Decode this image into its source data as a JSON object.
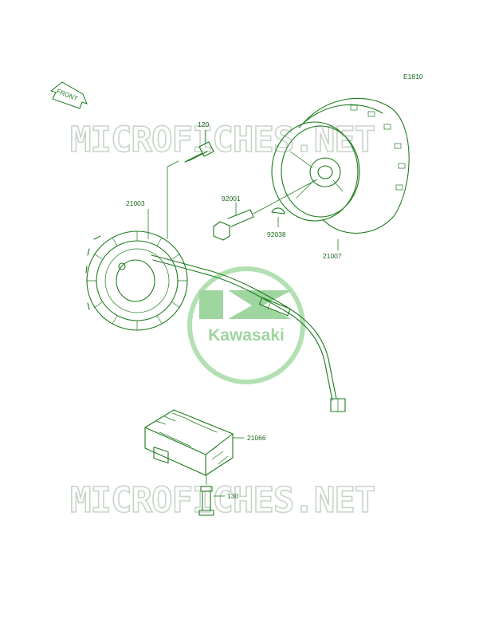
{
  "diagram_code": "E1810",
  "front_label": "FRONT",
  "watermark_text": "MICROFICHES.NET",
  "logo_text": "Kawasaki",
  "colors": {
    "line": "#1e7a1e",
    "watermark": "#c9d4c9",
    "logo": "#8fce8f"
  },
  "parts": [
    {
      "number": "120"
    },
    {
      "number": "21003"
    },
    {
      "number": "92001"
    },
    {
      "number": "92038"
    },
    {
      "number": "21007"
    },
    {
      "number": "21066"
    },
    {
      "number": "130"
    }
  ]
}
